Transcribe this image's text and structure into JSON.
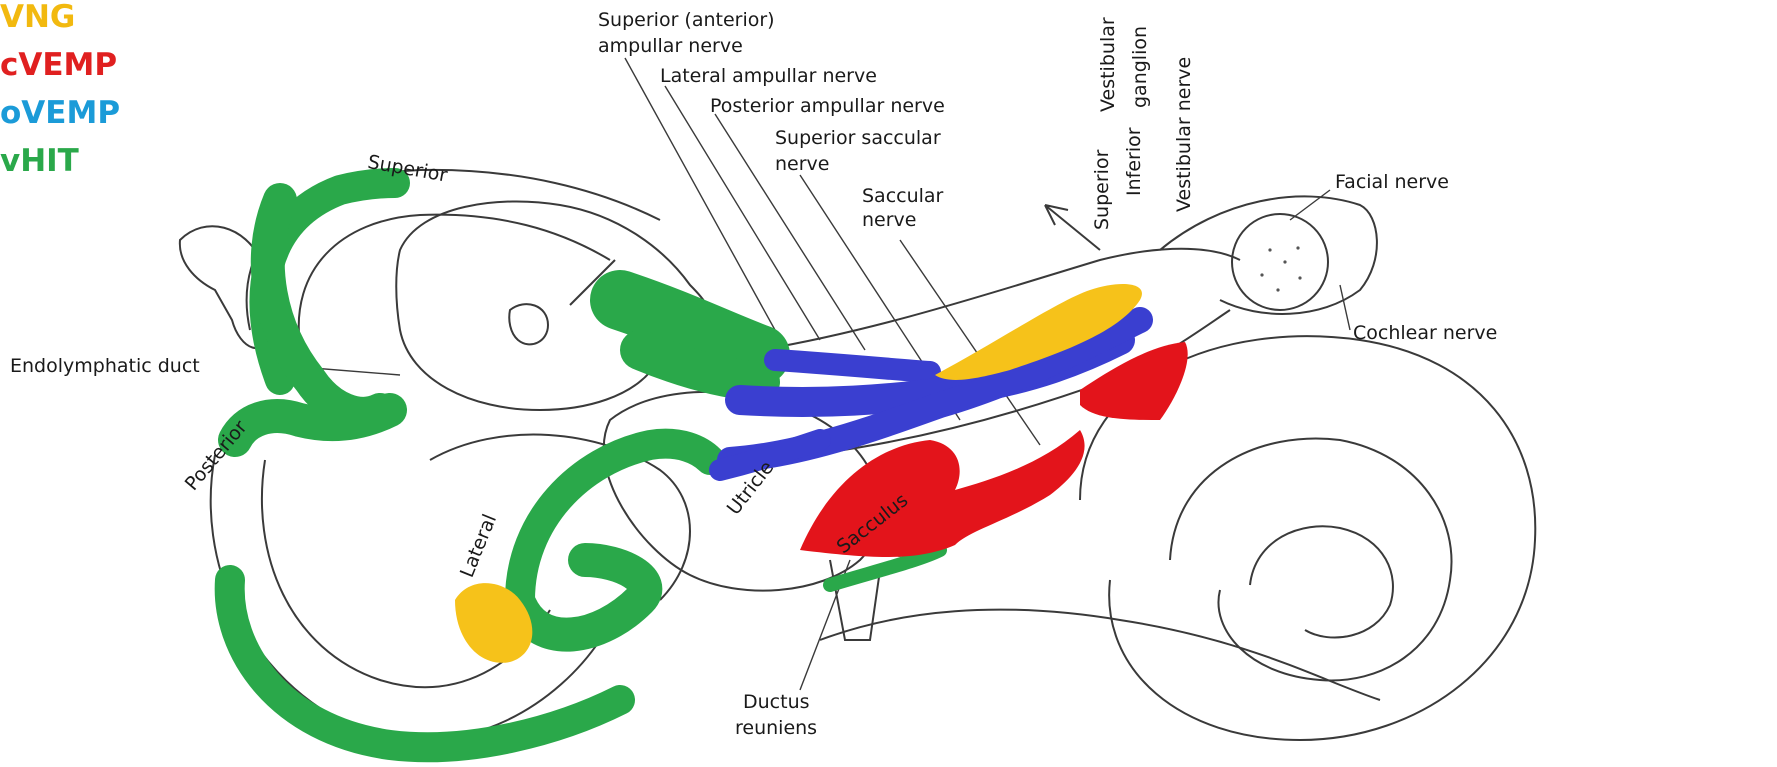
{
  "legend": [
    {
      "label": "VNG",
      "color": "#f2b90f"
    },
    {
      "label": "cVEMP",
      "color": "#e02020"
    },
    {
      "label": "oVEMP",
      "color": "#1b9bd8"
    },
    {
      "label": "vHIT",
      "color": "#2aa84a"
    }
  ],
  "colors": {
    "vng": "#f6c21a",
    "cvemp": "#e3141b",
    "ovemp_overlay": "#3a3fd0",
    "vhit": "#2aa84a",
    "line_art": "#3a3a3a"
  },
  "labels": {
    "superior_anterior": "Superior (anterior)",
    "ampullar_nerve": "ampullar nerve",
    "lateral_ampullar": "Lateral ampullar nerve",
    "posterior_ampullar": "Posterior ampullar nerve",
    "superior_saccular_1": "Superior saccular",
    "superior_saccular_2": "nerve",
    "saccular_1": "Saccular",
    "saccular_2": "nerve",
    "superior": "Superior",
    "vestibular": "Vestibular",
    "inferior": "Inferior",
    "ganglion": "ganglion",
    "vestibular_nerve": "Vestibular nerve",
    "facial_nerve": "Facial nerve",
    "cochlear_nerve": "Cochlear nerve",
    "endolymphatic_duct": "Endolymphatic duct",
    "canal_superior": "Superior",
    "canal_posterior": "Posterior",
    "canal_lateral": "Lateral",
    "utricle": "Utricle",
    "sacculus": "Sacculus",
    "ductus_1": "Ductus",
    "ductus_2": "reuniens"
  }
}
